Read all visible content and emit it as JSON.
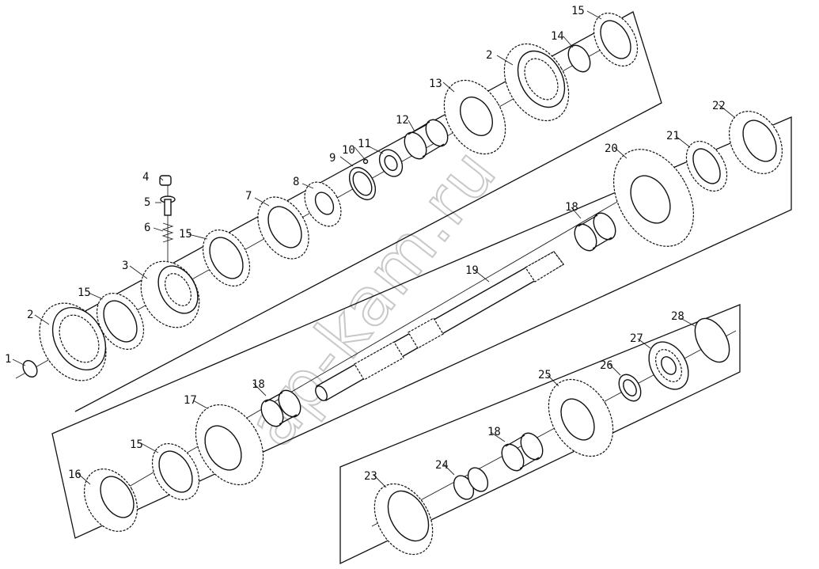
{
  "watermark": "ap-kam.ru",
  "corner_mark": "",
  "callouts": [
    "1",
    "2",
    "3",
    "4",
    "5",
    "6",
    "7",
    "8",
    "9",
    "10",
    "11",
    "12",
    "13",
    "14",
    "15",
    "16",
    "17",
    "18",
    "19",
    "20",
    "21",
    "22",
    "23",
    "24",
    "25",
    "26",
    "27",
    "28"
  ],
  "colors": {
    "line": "#111111",
    "watermark": "#c8c8c8",
    "background": "#ffffff"
  }
}
